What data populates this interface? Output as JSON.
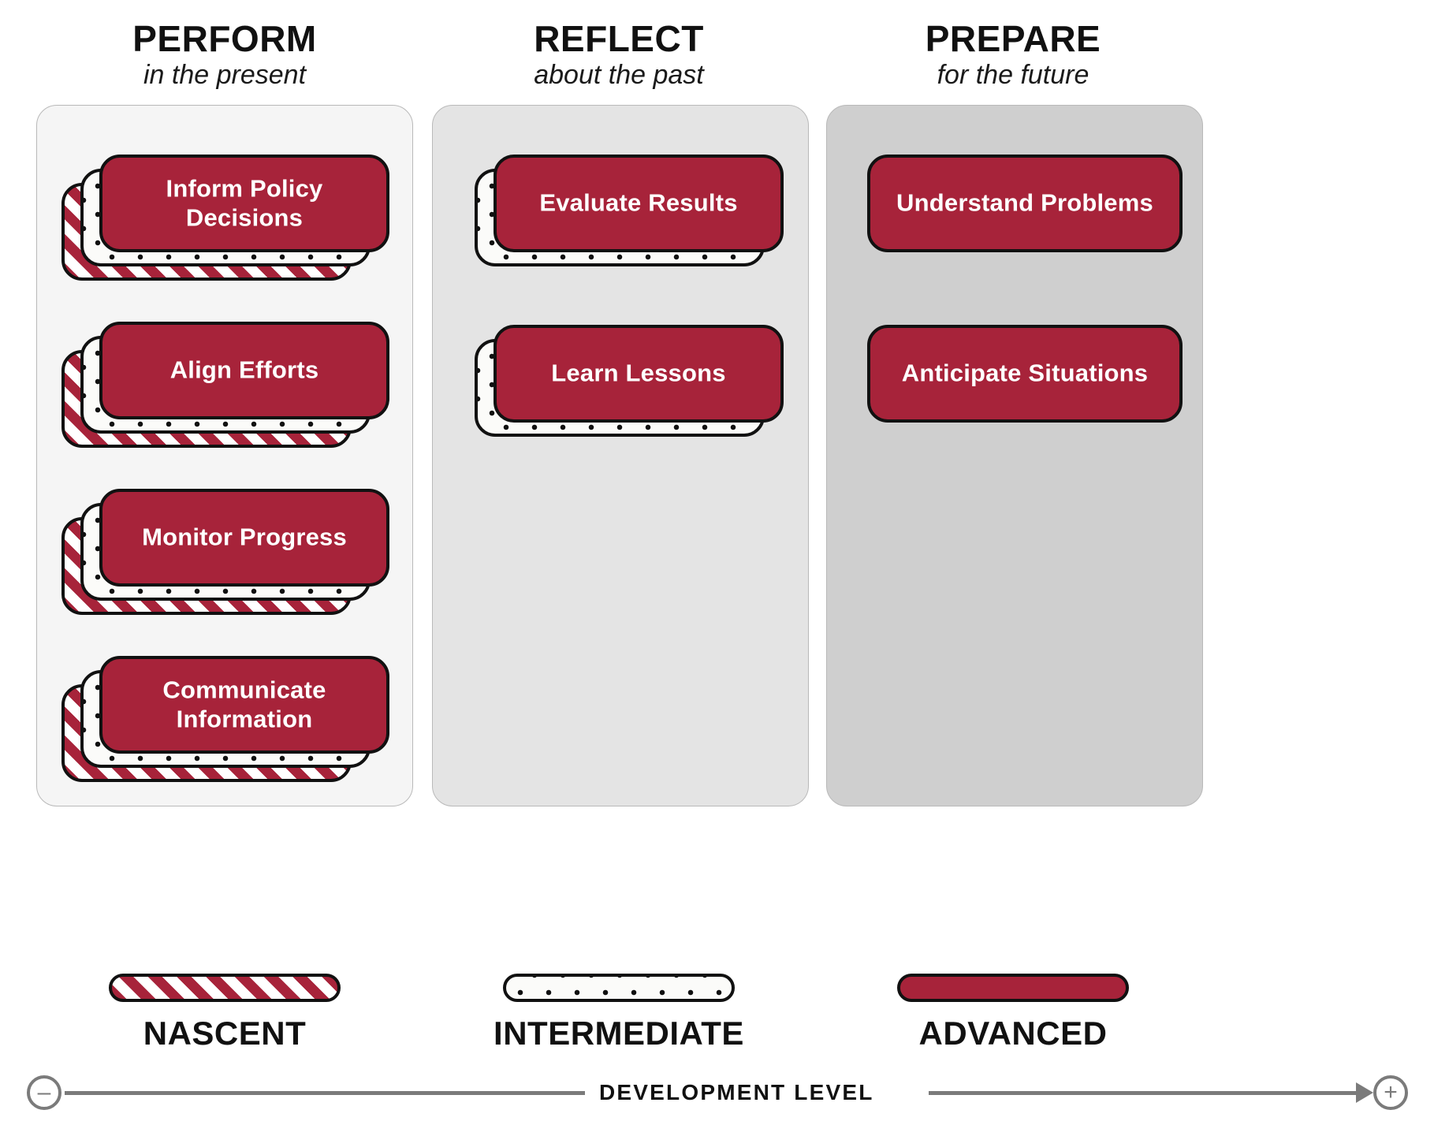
{
  "columns": [
    {
      "title": "PERFORM",
      "subtitle": "in the present",
      "panel_color": "#f5f5f5",
      "levels": [
        "nascent",
        "intermediate",
        "advanced"
      ],
      "cards": [
        {
          "label": "Inform Policy Decisions"
        },
        {
          "label": "Align Efforts"
        },
        {
          "label": "Monitor Progress"
        },
        {
          "label": "Communicate Information"
        }
      ]
    },
    {
      "title": "REFLECT",
      "subtitle": "about the past",
      "panel_color": "#e4e4e4",
      "levels": [
        "intermediate",
        "advanced"
      ],
      "cards": [
        {
          "label": "Evaluate Results"
        },
        {
          "label": "Learn Lessons"
        }
      ]
    },
    {
      "title": "PREPARE",
      "subtitle": "for the future",
      "panel_color": "#cfcfcf",
      "levels": [
        "advanced"
      ],
      "cards": [
        {
          "label": "Understand Problems"
        },
        {
          "label": "Anticipate Situations"
        }
      ]
    }
  ],
  "legend": [
    {
      "label": "NASCENT",
      "pattern": "hatched"
    },
    {
      "label": "INTERMEDIATE",
      "pattern": "dotted"
    },
    {
      "label": "ADVANCED",
      "pattern": "solid"
    }
  ],
  "axis": {
    "caption": "DEVELOPMENT LEVEL",
    "minus": "–",
    "plus": "+"
  },
  "colors": {
    "brand_red": "#A7233A",
    "outline": "#111111",
    "axis_gray": "#7b7b7b"
  }
}
